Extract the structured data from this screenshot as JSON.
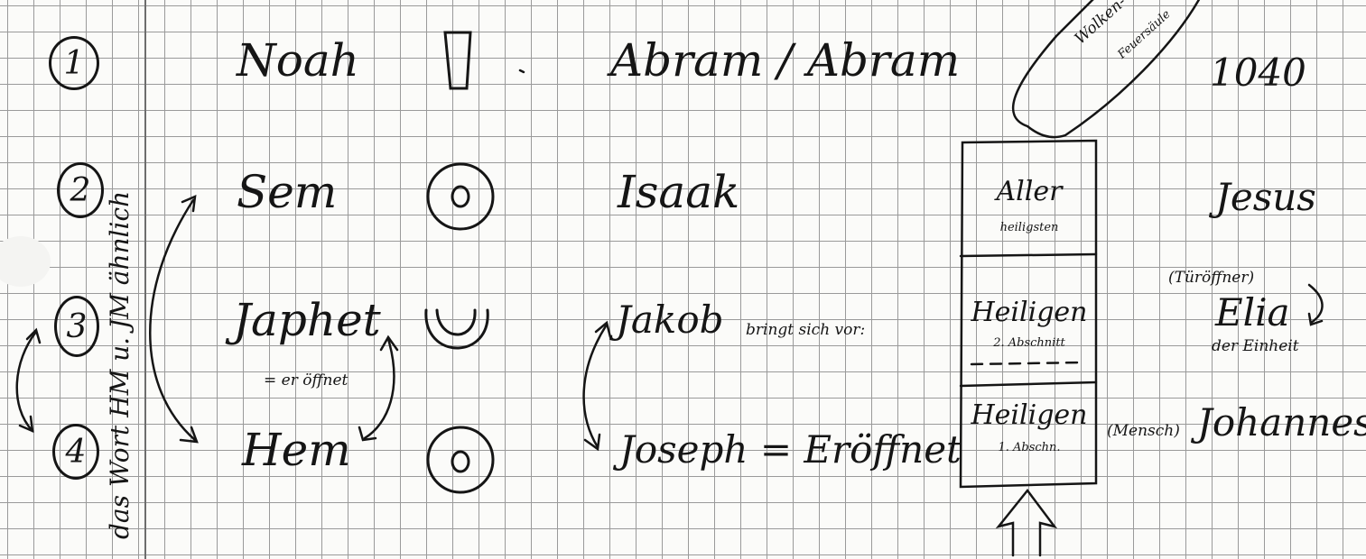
{
  "numbers": [
    "1",
    "2",
    "3",
    "4"
  ],
  "side_note": "das Wort HM u. JM ähnlich",
  "col_noah": {
    "noah": "Noah",
    "sem": "Sem",
    "japhet": "Japhet",
    "japhet_note": "= er öffnet",
    "hem": "Hem"
  },
  "symbols": {
    "rect": "rectangle-symbol",
    "circle_dot_1": "circle-symbol",
    "u": "u-shape-symbol",
    "circle_dot_2": "circle-symbol",
    "circle_inner": "o"
  },
  "col_abram": {
    "abram": "Abram / Abram",
    "isaak": "Isaak",
    "jakob": "Jakob",
    "jakob_note": "bringt sich vor:",
    "joseph": "Joseph = Eröffnet"
  },
  "tabernacle": {
    "cloud": "Wolken-",
    "cloud2": "Feuersäule",
    "holiest_1": "Aller",
    "holiest_2": "heiligsten",
    "holy_1": "Heiligen",
    "holy_2": "2. Abschnitt",
    "holy3_1": "Heiligen",
    "holy3_2": "1. Abschn."
  },
  "col_right": {
    "number": "1040",
    "jesus": "Jesus",
    "tueroeffner": "(Türöffner)",
    "elia": "Elia",
    "elia_note": "der Einheit",
    "mensch": "(Mensch)",
    "johannes": "Johannes"
  }
}
